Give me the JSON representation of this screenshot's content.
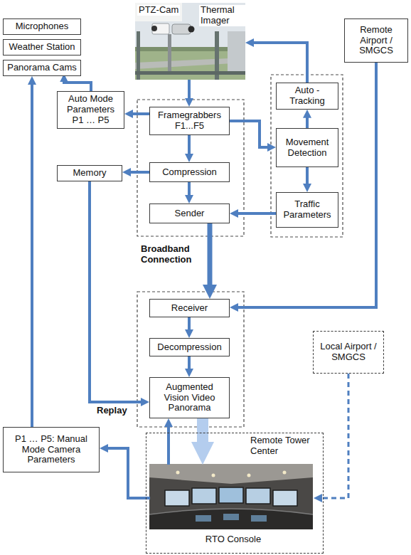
{
  "diagram": {
    "nodes": [
      {
        "text": [
          "Microphones"
        ]
      },
      {
        "text": [
          "Weather Station"
        ]
      },
      {
        "text": [
          "Panorama Cams"
        ]
      },
      {
        "text": [
          "PTZ-Cam",
          "Thermal Imager"
        ]
      },
      {
        "text": [
          "Remote Airport / SMGCS"
        ]
      },
      {
        "text": [
          "Auto Mode Parameters P1 … P5"
        ]
      },
      {
        "text": [
          "Framegrabbers F1...F5"
        ]
      },
      {
        "text": [
          "Auto - Tracking"
        ]
      },
      {
        "text": [
          "Movement Detection"
        ]
      },
      {
        "text": [
          "Memory"
        ]
      },
      {
        "text": [
          "Compression"
        ]
      },
      {
        "text": [
          "Traffic Parameters"
        ]
      },
      {
        "text": [
          "Sender"
        ]
      },
      {
        "text": [
          "Receiver"
        ]
      },
      {
        "text": [
          "Decompression"
        ]
      },
      {
        "text": [
          "Local Airport / SMGCS"
        ]
      },
      {
        "text": [
          "Augmented Vision Video Panorama"
        ]
      },
      {
        "text": [
          "P1 … P5: Manual Mode Camera Parameters"
        ]
      },
      {
        "text": [
          "Remote Tower Center"
        ]
      },
      {
        "text": [
          "RTO Console"
        ],
        "in": 18
      }
    ],
    "edges": [
      {
        "from": 3,
        "to": 6,
        "arrow": "to"
      },
      {
        "from": 7,
        "to": 3,
        "arrow": "to"
      },
      {
        "from": 6,
        "to": 5,
        "arrow": "to"
      },
      {
        "from": 5,
        "to": 2,
        "arrow": "to"
      },
      {
        "from": 6,
        "to": 10,
        "arrow": "to"
      },
      {
        "from": 6,
        "to": 8,
        "arrow": "to"
      },
      {
        "from": 8,
        "to": 7,
        "arrow": "to"
      },
      {
        "from": 8,
        "to": 11,
        "arrow": "to"
      },
      {
        "from": 10,
        "to": 9,
        "arrow": "to"
      },
      {
        "from": 10,
        "to": 12,
        "arrow": "to"
      },
      {
        "from": 11,
        "to": 12,
        "arrow": "to"
      },
      {
        "from": 12,
        "to": 13,
        "arrow": "to"
      },
      {
        "from": 4,
        "to": 13,
        "arrow": "to"
      },
      {
        "from": 13,
        "to": 14,
        "arrow": "to"
      },
      {
        "from": 14,
        "to": 16,
        "arrow": "to"
      },
      {
        "from": 9,
        "to": 16,
        "arrow": "to"
      },
      {
        "from": 16,
        "to": 19,
        "arrow": "to"
      },
      {
        "from": 19,
        "to": 16,
        "arrow": "to"
      },
      {
        "from": 19,
        "to": 17,
        "arrow": "to"
      },
      {
        "from": 17,
        "to": 2,
        "arrow": "to"
      },
      {
        "from": 15,
        "to": 19,
        "arrow": "to"
      }
    ],
    "labels": [
      "Broadband Connection",
      "Replay"
    ]
  }
}
